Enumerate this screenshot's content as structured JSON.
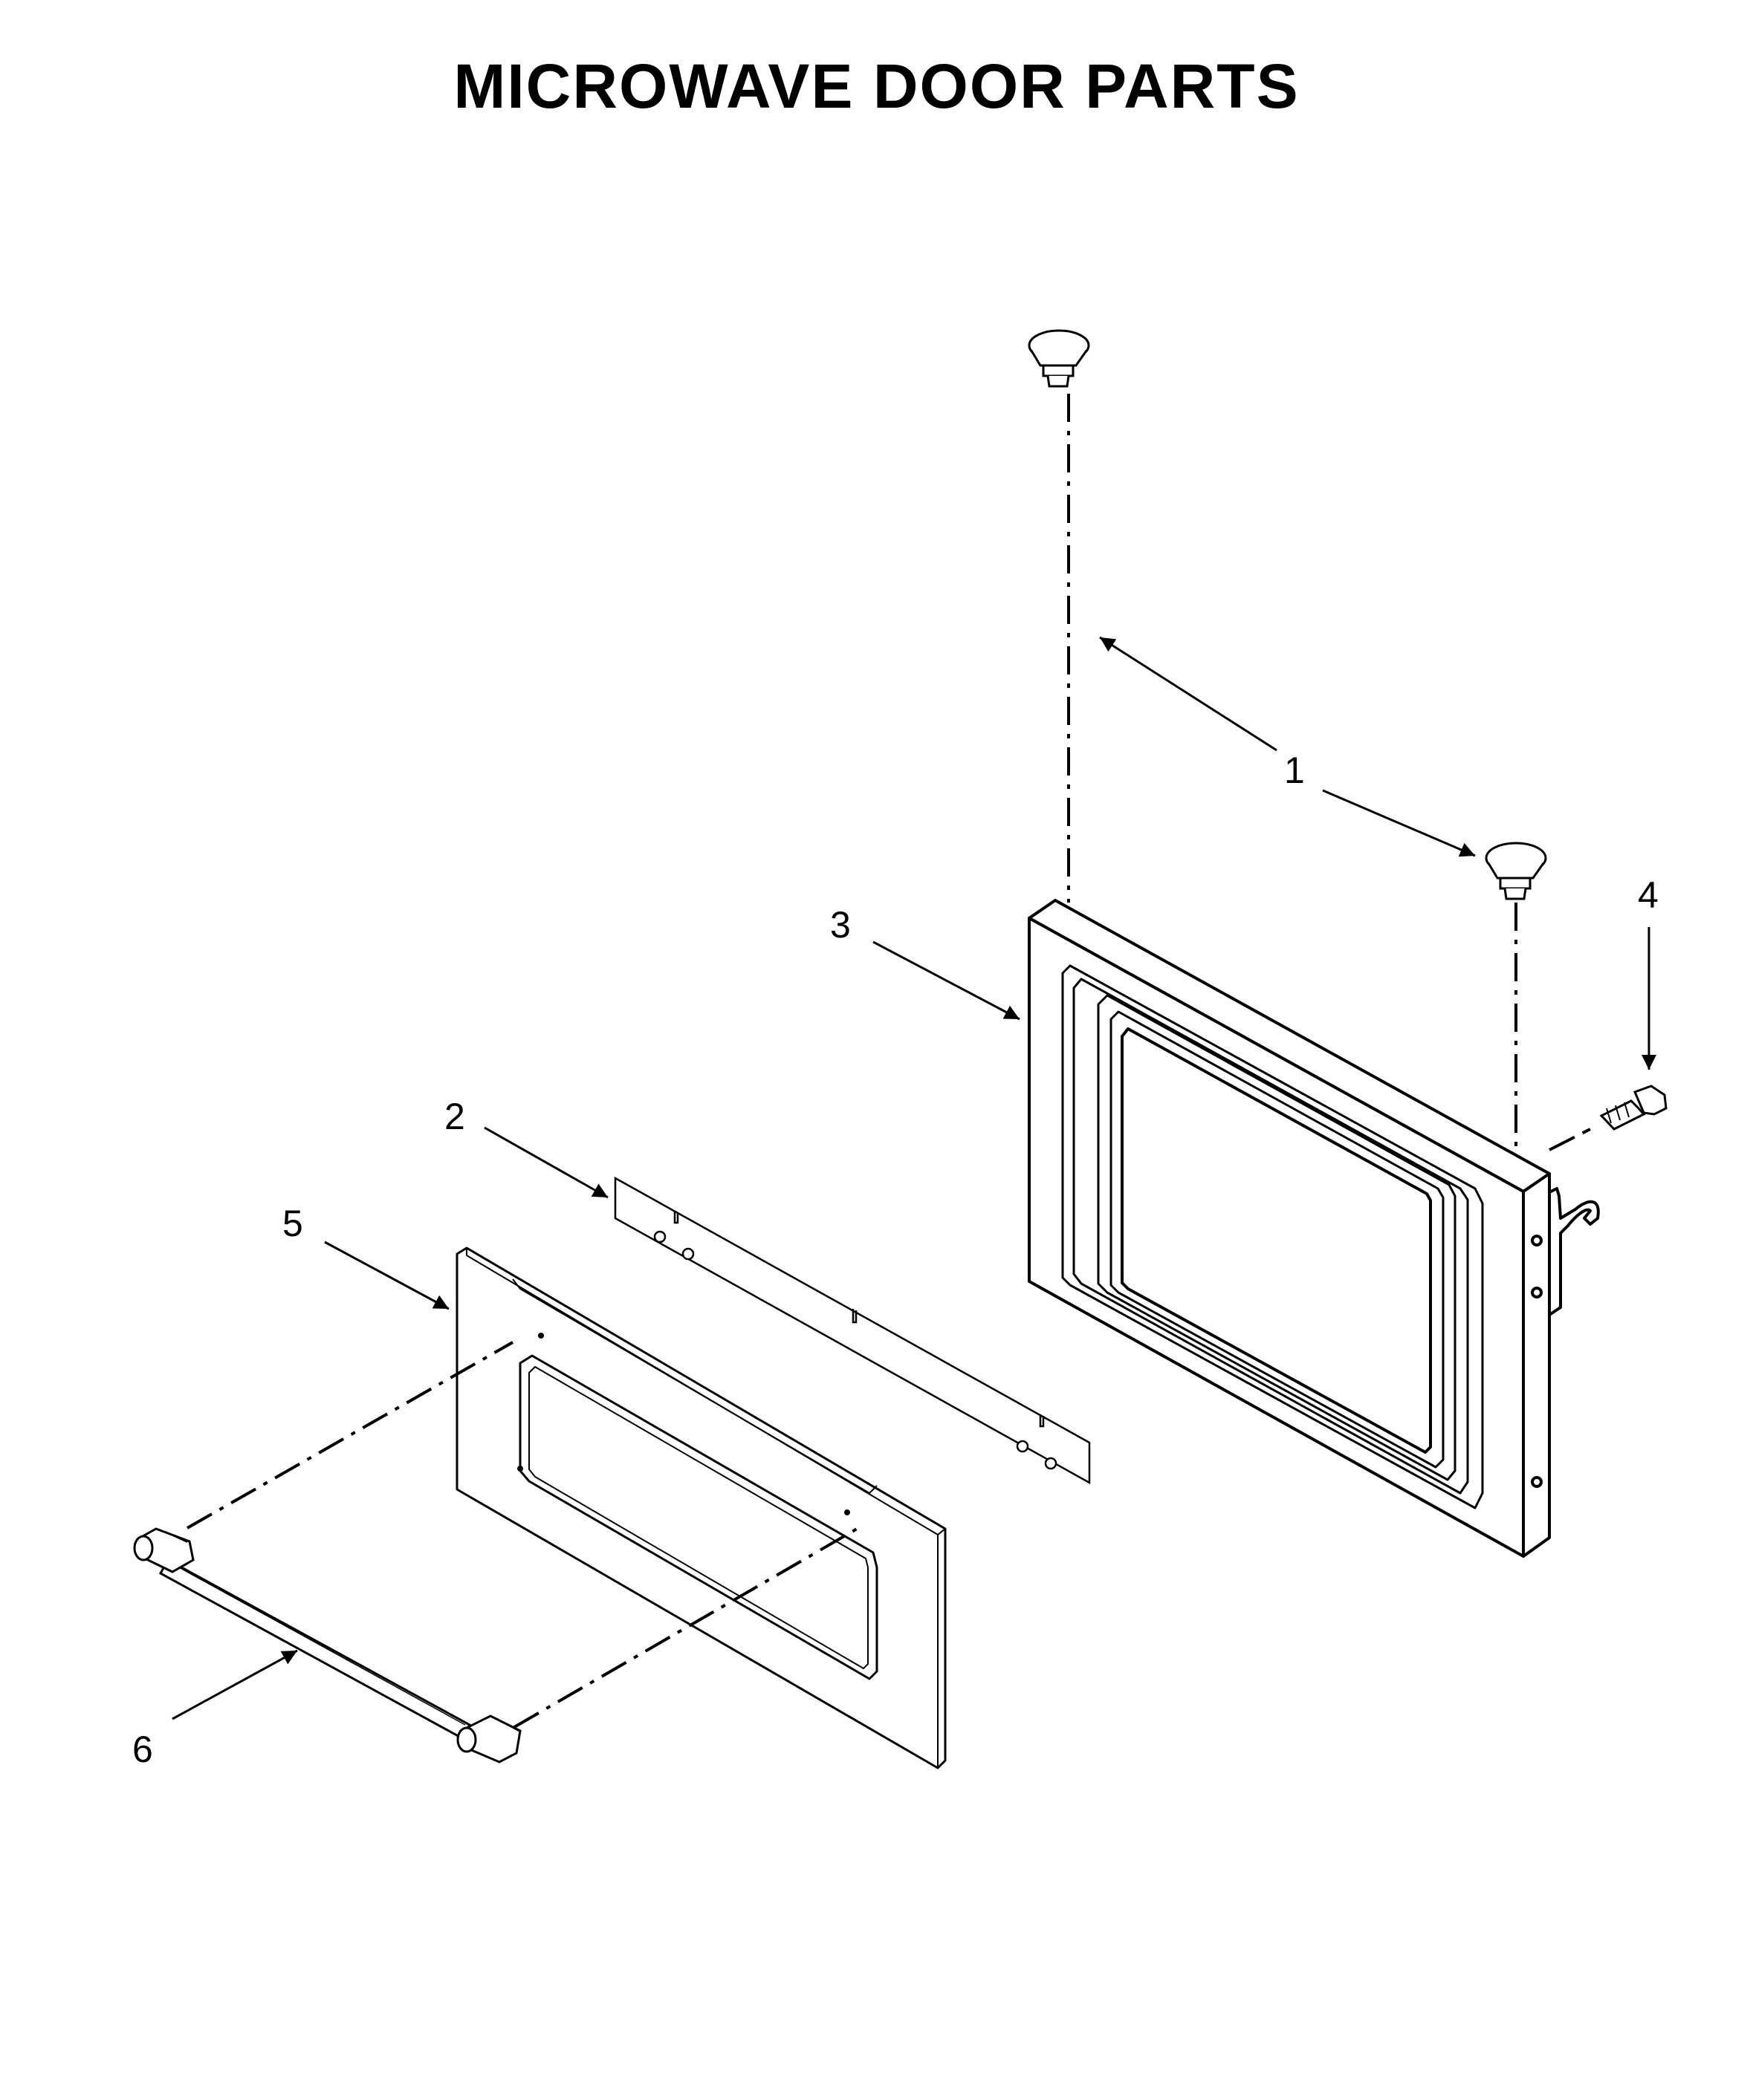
{
  "title": "MICROWAVE DOOR PARTS",
  "callouts": {
    "part_1": "1",
    "part_2": "2",
    "part_3": "3",
    "part_4": "4",
    "part_5": "5",
    "part_6": "6"
  },
  "colors": {
    "line": "#000000",
    "background": "#ffffff"
  }
}
